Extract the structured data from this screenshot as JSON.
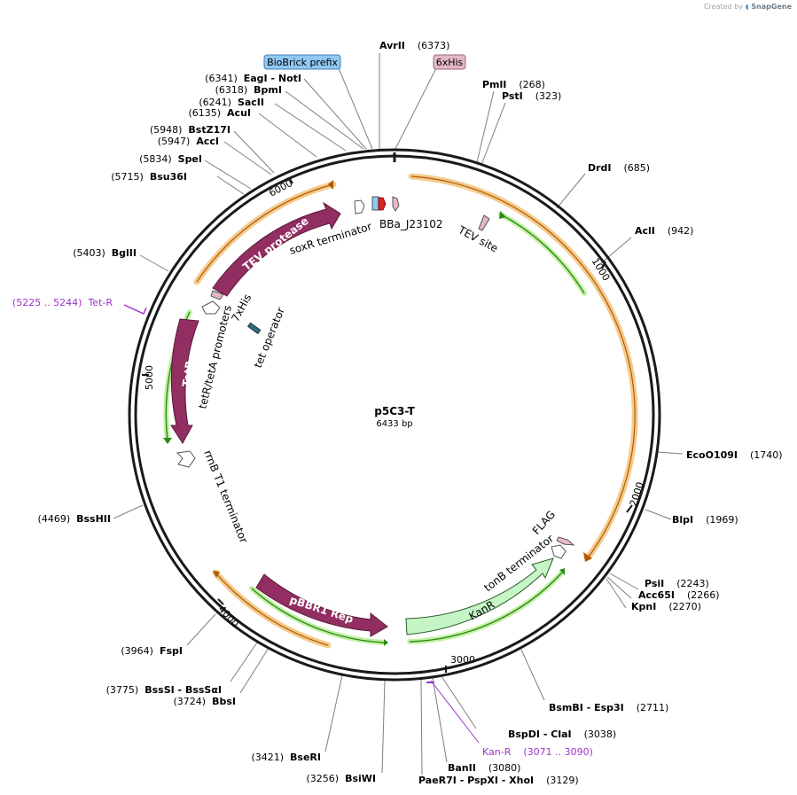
{
  "header": {
    "created_by": "Created by",
    "brand": "SnapGene"
  },
  "plasmid": {
    "name": "p5C3-T",
    "size": "6433 bp",
    "length": 6433
  },
  "colors": {
    "backbone": "#000000",
    "enzyme_line": "#7f7f7f",
    "orange_glow": "#f2c27a",
    "green_arrow": "#2d8a1a",
    "green_glow": "#c3f0a3",
    "feature_maroon": "#922e62",
    "kanR_fill": "#c6f5c6",
    "pink_tag": "#d9a0b8",
    "purple_primer": "#a033cc",
    "biobrick_fill": "#8ec8f3",
    "his_fill": "#e5b8c8"
  },
  "ticks": [
    "1000",
    "2000",
    "3000",
    "4000",
    "5000",
    "6000"
  ],
  "tags": {
    "biobrick": "BioBrick prefix",
    "his6": "6xHis"
  },
  "enzymes": [
    {
      "pos": "(6373)",
      "name": "AvrII"
    },
    {
      "pos": "(268)",
      "name": "PmlI"
    },
    {
      "pos": "(323)",
      "name": "PstI"
    },
    {
      "pos": "(685)",
      "name": "DrdI"
    },
    {
      "pos": "(942)",
      "name": "AclI"
    },
    {
      "pos": "(1740)",
      "name": "EcoO109I"
    },
    {
      "pos": "(1969)",
      "name": "BlpI"
    },
    {
      "pos": "(2243)",
      "name": "PsiI"
    },
    {
      "pos": "(2266)",
      "name": "Acc65I"
    },
    {
      "pos": "(2270)",
      "name": "KpnI"
    },
    {
      "pos": "(2711)",
      "name": "BsmBI - Esp3I"
    },
    {
      "pos": "(3038)",
      "name": "BspDI - ClaI"
    },
    {
      "pos": "(3080)",
      "name": "BanII"
    },
    {
      "pos": "(3129)",
      "name": "PaeR7I - PspXI - XhoI"
    },
    {
      "pos": "(3256)",
      "name": "BsiWI"
    },
    {
      "pos": "(3421)",
      "name": "BseRI"
    },
    {
      "pos": "(3724)",
      "name": "BbsI"
    },
    {
      "pos": "(3775)",
      "name": "BssSI - BssSαI"
    },
    {
      "pos": "(3964)",
      "name": "FspI"
    },
    {
      "pos": "(4469)",
      "name": "BssHII"
    },
    {
      "pos": "(5403)",
      "name": "BglII"
    },
    {
      "pos": "(5715)",
      "name": "Bsu36I"
    },
    {
      "pos": "(5834)",
      "name": "SpeI"
    },
    {
      "pos": "(5947)",
      "name": "AccI"
    },
    {
      "pos": "(5948)",
      "name": "BstZ17I"
    },
    {
      "pos": "(6135)",
      "name": "AcuI"
    },
    {
      "pos": "(6241)",
      "name": "SacII"
    },
    {
      "pos": "(6318)",
      "name": "BpmI"
    },
    {
      "pos": "(6341)",
      "name": "EagI - NotI"
    }
  ],
  "primers": [
    {
      "pos": "(5225 .. 5244)",
      "name": "Tet-R"
    },
    {
      "pos": "(3071 .. 3090)",
      "name": "Kan-R"
    }
  ],
  "features": {
    "tev_protease": "TEV protease",
    "soxR_terminator": "soxR terminator",
    "bba": "BBa_J23102",
    "tev_site": "TEV site",
    "his7": "7xHis",
    "tet_operator": "tet operator",
    "tetR_tetA": "tetR/tetA promoters",
    "tetR": "TetR",
    "rrnB": "rrnB T1 terminator",
    "pBBR1": "pBBR1 Rep",
    "kanR": "KanR",
    "tonB": "tonB terminator",
    "flag": "FLAG"
  }
}
